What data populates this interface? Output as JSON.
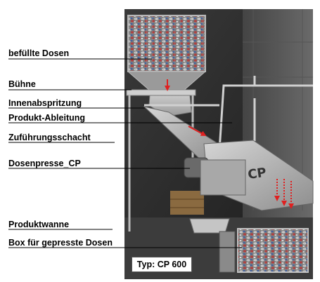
{
  "labels": {
    "befuellte_dosen": "befüllte Dosen",
    "buehne": "Bühne",
    "innenabspritzung": "Innenabspritzung",
    "produkt_ableitung": "Produkt-Ableitung",
    "zufuehrungsschacht": "Zuführungsschacht",
    "dosenpresse": "Dosenpresse_CP",
    "produktwanne": "Produktwanne",
    "box": "Box für gepresste Dosen"
  },
  "type_label": "Typ: CP 600",
  "logo_text": "CP",
  "colors": {
    "arrow_red": "#e02020",
    "machine_grey": "#b8b8b8",
    "photo_dark": "#2a2a2a"
  }
}
